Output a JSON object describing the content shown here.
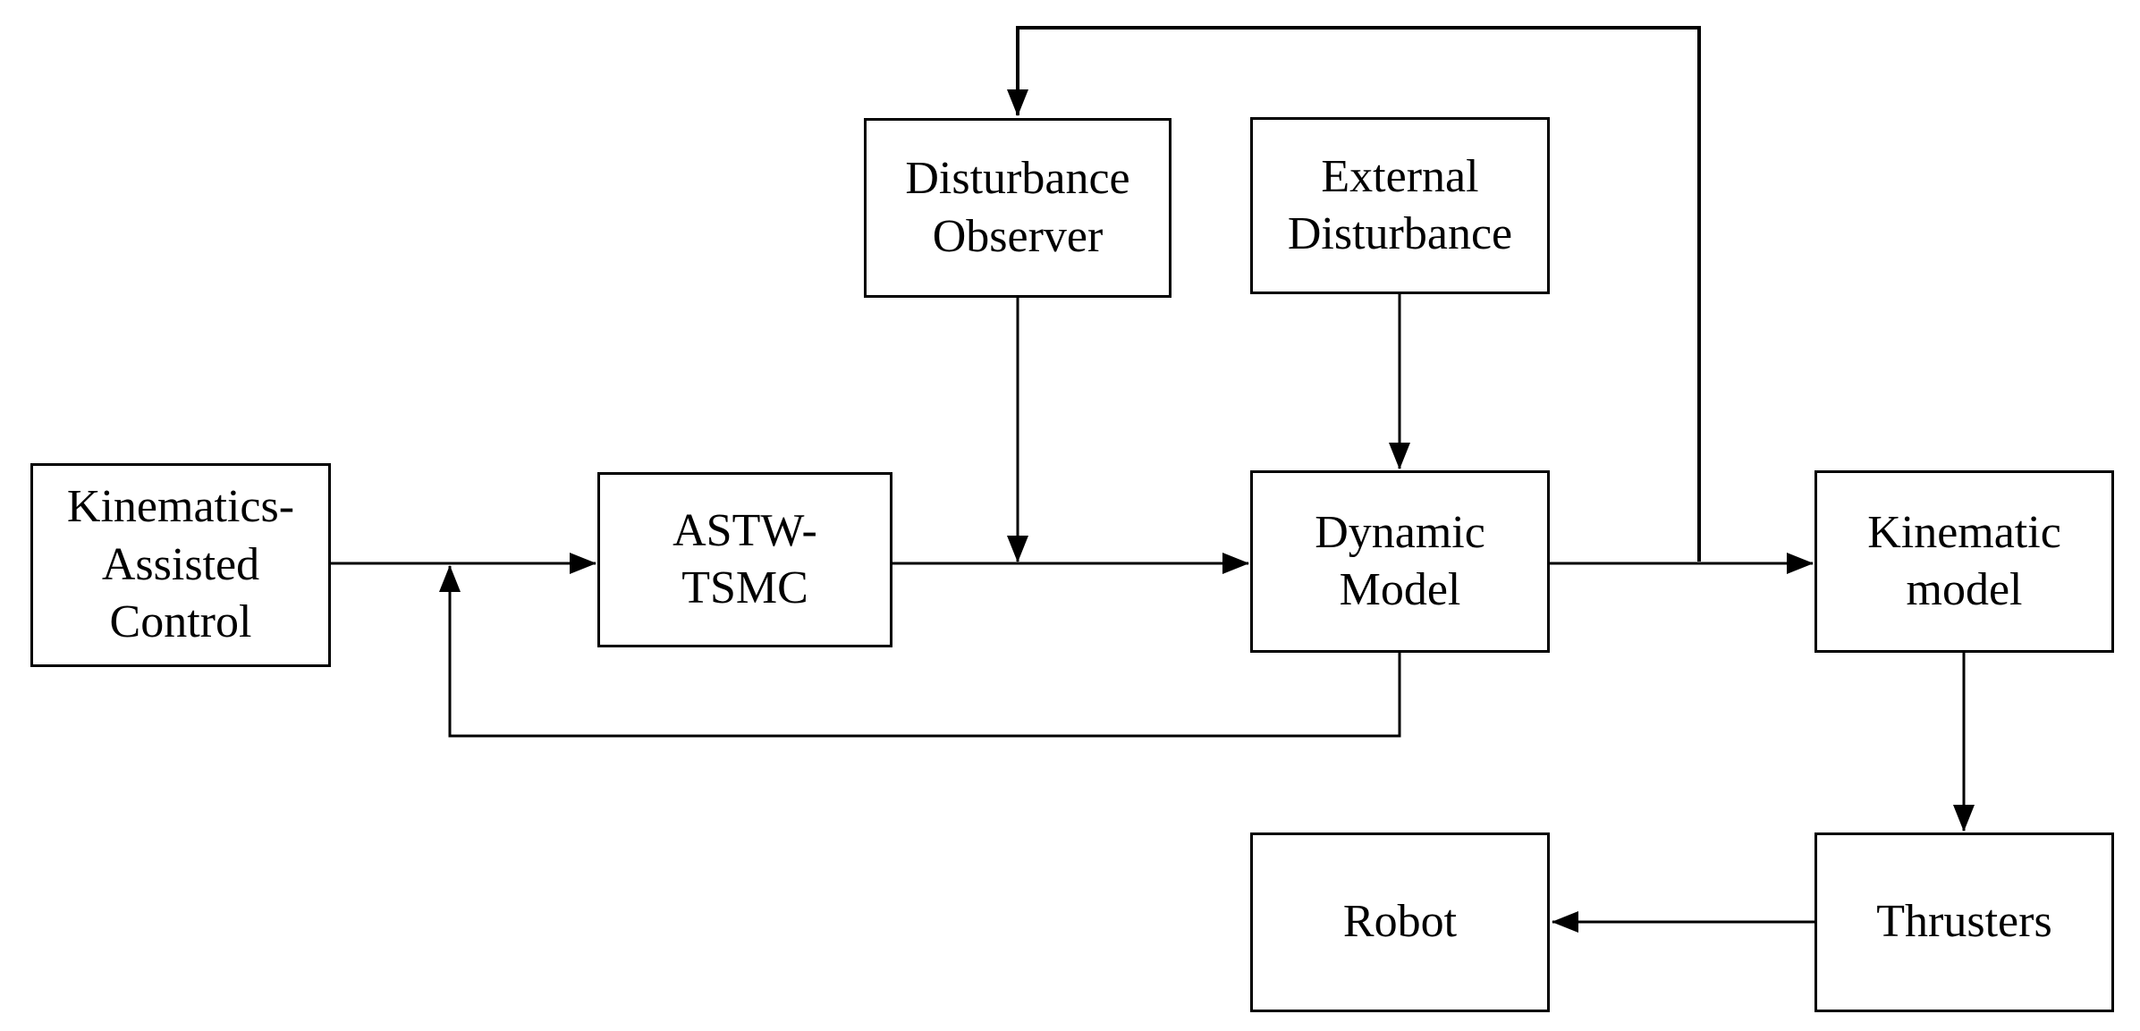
{
  "diagram": {
    "kind": "control-system-block-diagram",
    "colors": {
      "background": "#ffffff",
      "box_fill": "#ffffff",
      "box_border": "#000000",
      "line": "#000000",
      "text": "#000000"
    },
    "nodes": {
      "kinematics_assisted_control": {
        "label": "Kinematics-\nAssisted\nControl"
      },
      "astw_tsmc": {
        "label": "ASTW-\nTSMC"
      },
      "disturbance_observer": {
        "label": "Disturbance\nObserver"
      },
      "external_disturbance": {
        "label": "External\nDisturbance"
      },
      "dynamic_model": {
        "label": "Dynamic\nModel"
      },
      "kinematic_model": {
        "label": "Kinematic\nmodel"
      },
      "robot": {
        "label": "Robot"
      },
      "thrusters": {
        "label": "Thrusters"
      }
    },
    "edges": [
      {
        "from": "kinematics_assisted_control",
        "to": "astw_tsmc",
        "type": "arrow"
      },
      {
        "from": "astw_tsmc",
        "to": "dynamic_model",
        "type": "arrow"
      },
      {
        "from": "disturbance_observer",
        "to": "astw_tsmc__dynamic_model_line",
        "type": "arrow",
        "direction": "down"
      },
      {
        "from": "external_disturbance",
        "to": "dynamic_model",
        "type": "arrow",
        "direction": "down"
      },
      {
        "from": "dynamic_model",
        "to": "kinematic_model",
        "type": "arrow"
      },
      {
        "from": "dynamic_model__kinematic_model_line",
        "to": "disturbance_observer",
        "type": "arrow",
        "route": "up and across the top, then down into Disturbance Observer"
      },
      {
        "from": "dynamic_model",
        "to": "kinematics_assisted_control__astw_tsmc_line",
        "type": "arrow",
        "route": "down, left along the bottom, then up into the Kinematics-to-ASTW line"
      },
      {
        "from": "kinematic_model",
        "to": "thrusters",
        "type": "arrow",
        "direction": "down"
      },
      {
        "from": "thrusters",
        "to": "robot",
        "type": "arrow",
        "direction": "left"
      }
    ]
  }
}
